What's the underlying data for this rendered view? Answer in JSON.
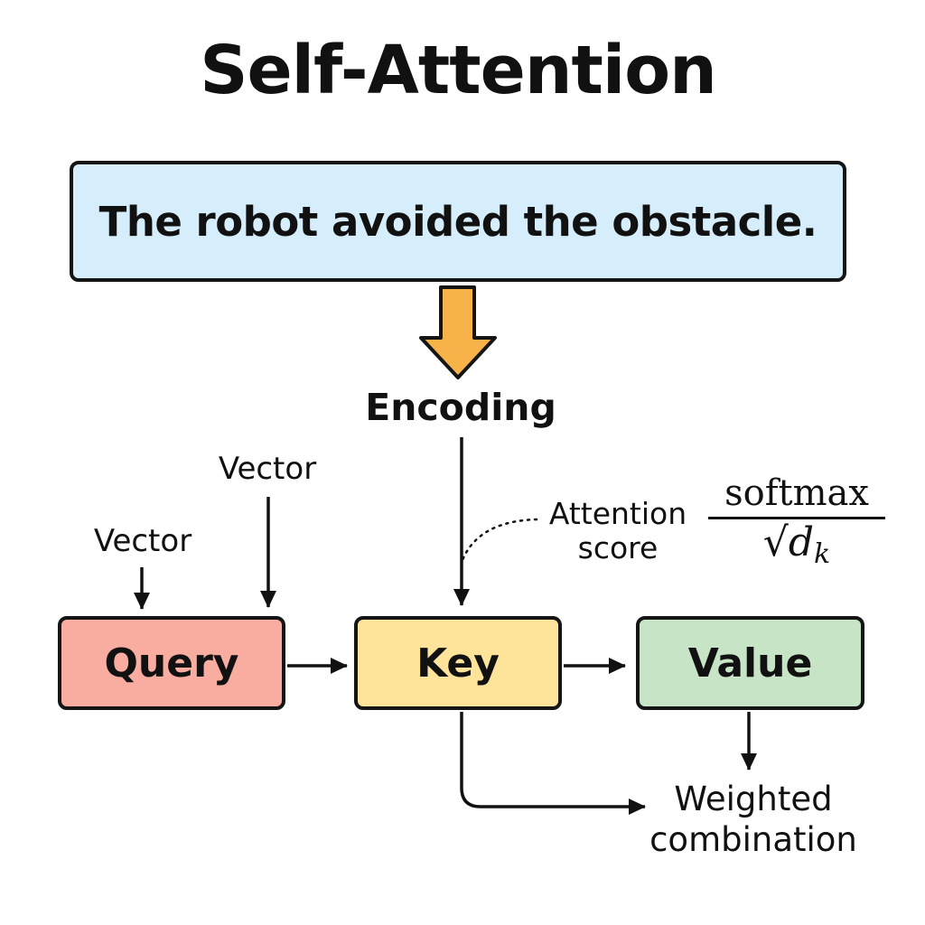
{
  "title": "Self-Attention",
  "input": {
    "sentence": "The robot avoided the obstacle."
  },
  "labels": {
    "encoding": "Encoding",
    "vector_left": "Vector",
    "vector_right": "Vector",
    "attention_line1": "Attention",
    "attention_line2": "score",
    "weighted_line1": "Weighted",
    "weighted_line2": "combination"
  },
  "formula": {
    "numerator": "softmax",
    "denominator_root": "√",
    "denominator_symbol": "d",
    "denominator_subscript": "k"
  },
  "nodes": {
    "query": "Query",
    "key": "Key",
    "value": "Value"
  },
  "colors": {
    "input_box": "#d6eefb",
    "arrow_orange": "#f7b24a",
    "query": "#f8ada0",
    "key": "#fde49a",
    "value": "#c7e4c7",
    "stroke": "#151515"
  }
}
